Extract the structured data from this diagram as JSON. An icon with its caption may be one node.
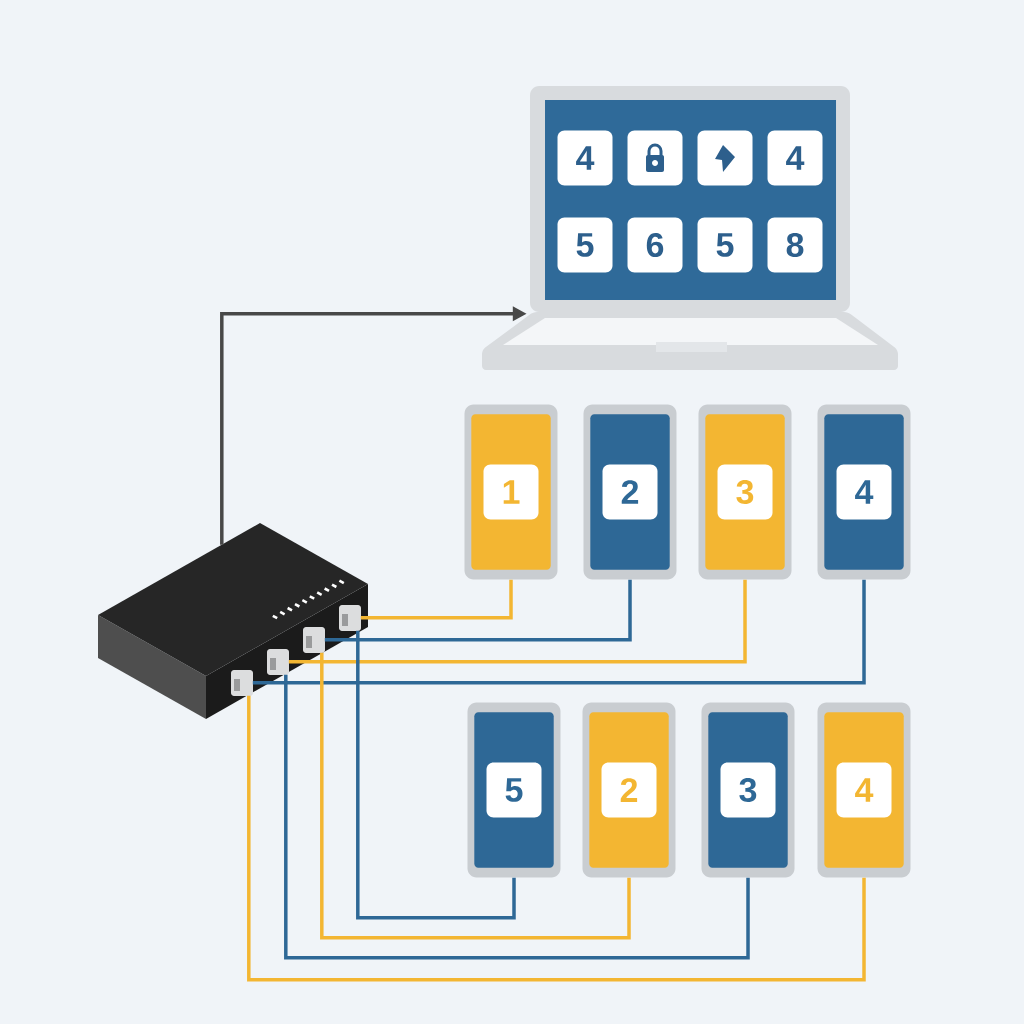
{
  "diagram": {
    "nodes": [
      {
        "text": [],
        "shape": "picture"
      },
      {
        "text": [
          "4"
        ],
        "in": 0
      },
      {
        "text": [],
        "shape": "box",
        "in": 0
      },
      {
        "text": [],
        "shape": "box",
        "in": 0
      },
      {
        "text": [
          "4"
        ],
        "in": 0
      },
      {
        "text": [
          "5"
        ],
        "in": 0
      },
      {
        "text": [
          "6"
        ],
        "in": 0
      },
      {
        "text": [
          "5"
        ],
        "in": 0
      },
      {
        "text": [
          "8"
        ],
        "in": 0
      },
      {
        "text": [],
        "shape": "picture"
      },
      {
        "text": [],
        "shape": "box"
      },
      {
        "text": [
          "1"
        ],
        "in": 10
      },
      {
        "text": [],
        "shape": "box"
      },
      {
        "text": [
          "2"
        ],
        "in": 12
      },
      {
        "text": [],
        "shape": "box"
      },
      {
        "text": [
          "3"
        ],
        "in": 14
      },
      {
        "text": [],
        "shape": "box"
      },
      {
        "text": [
          "4"
        ],
        "in": 16
      },
      {
        "text": [],
        "shape": "box"
      },
      {
        "text": [
          "5"
        ],
        "in": 18
      },
      {
        "text": [],
        "shape": "box"
      },
      {
        "text": [
          "2"
        ],
        "in": 20
      },
      {
        "text": [],
        "shape": "box"
      },
      {
        "text": [
          "3"
        ],
        "in": 22
      },
      {
        "text": [],
        "shape": "box"
      },
      {
        "text": [
          "4"
        ],
        "in": 24
      }
    ],
    "edges": [
      {
        "from": 9,
        "to": 0,
        "arrow": "to",
        "color": "#484848"
      },
      {
        "from": 9,
        "to": 10,
        "arrow": "none",
        "color": "#f3b632"
      },
      {
        "from": 9,
        "to": 12,
        "arrow": "none",
        "color": "#2e6896"
      },
      {
        "from": 9,
        "to": 14,
        "arrow": "none",
        "color": "#f3b632"
      },
      {
        "from": 9,
        "to": 16,
        "arrow": "none",
        "color": "#2e6896"
      },
      {
        "from": 9,
        "to": 18,
        "arrow": "none",
        "color": "#2e6896"
      },
      {
        "from": 9,
        "to": 20,
        "arrow": "none",
        "color": "#f3b632"
      },
      {
        "from": 9,
        "to": 22,
        "arrow": "none",
        "color": "#2e6896"
      },
      {
        "from": 9,
        "to": 24,
        "arrow": "none",
        "color": "#f3b632"
      }
    ]
  }
}
